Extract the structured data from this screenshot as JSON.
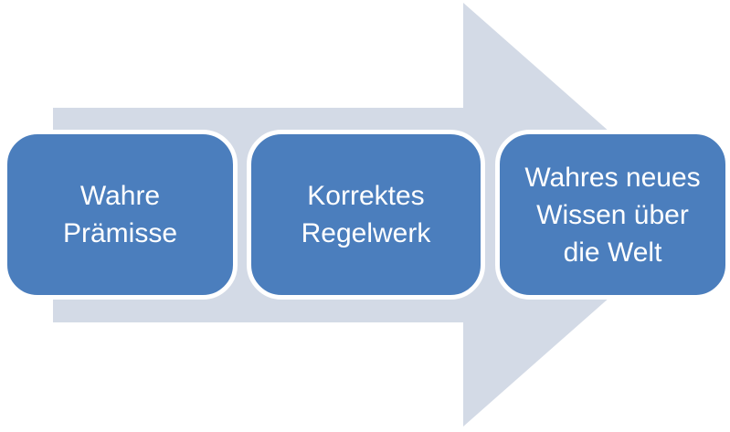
{
  "diagram": {
    "type": "process-arrow",
    "direction": "right",
    "steps": [
      {
        "label": "Wahre Prämisse",
        "lines": [
          "Wahre",
          "Prämisse"
        ]
      },
      {
        "label": "Korrektes Regelwerk",
        "lines": [
          "Korrektes",
          "Regelwerk"
        ]
      },
      {
        "label": "Wahres neues Wissen über die Welt",
        "lines": [
          "Wahres neues",
          "Wissen über",
          "die Welt"
        ]
      }
    ],
    "colors": {
      "step_fill": "#4b7ebd",
      "step_border": "#ffffff",
      "arrow_fill": "#d3dae6",
      "text": "#ffffff",
      "background": "#ffffff"
    }
  }
}
